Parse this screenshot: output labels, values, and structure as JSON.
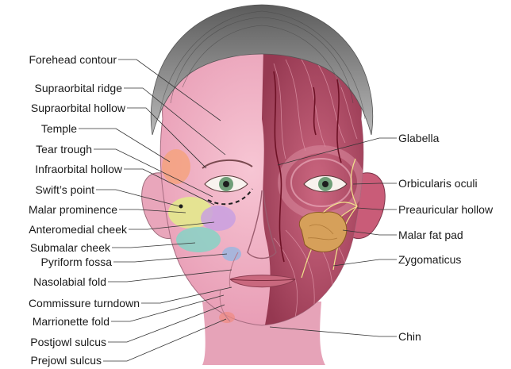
{
  "diagram": {
    "left_labels": [
      "Forehead contour",
      "Supraorbital ridge",
      "Supraorbital hollow",
      "Temple",
      "Tear trough",
      "Infraorbital hollow",
      "Swift’s point",
      "Malar prominence",
      "Anteromedial  cheek",
      "Submalar cheek",
      "Pyriform fossa",
      "Nasolabial fold",
      "Commissure turndown",
      "Marrionette fold",
      "Postjowl sulcus",
      "Prejowl sulcus"
    ],
    "right_labels": [
      "Glabella",
      "Orbicularis oculi",
      "Preauricular hollow",
      "Malar fat pad",
      "Zygomaticus",
      "Chin"
    ],
    "colors": {
      "temple_zone": "#f5a27a",
      "malar_zone": "#e3ec8a",
      "anteromedial_zone": "#c9a0e0",
      "submalar_zone": "#7fd6c6",
      "muscle": "#b8405a",
      "fat_pad": "#d9a25a",
      "skin": "#f2b6c6",
      "hair": "#8a8a8a"
    }
  }
}
